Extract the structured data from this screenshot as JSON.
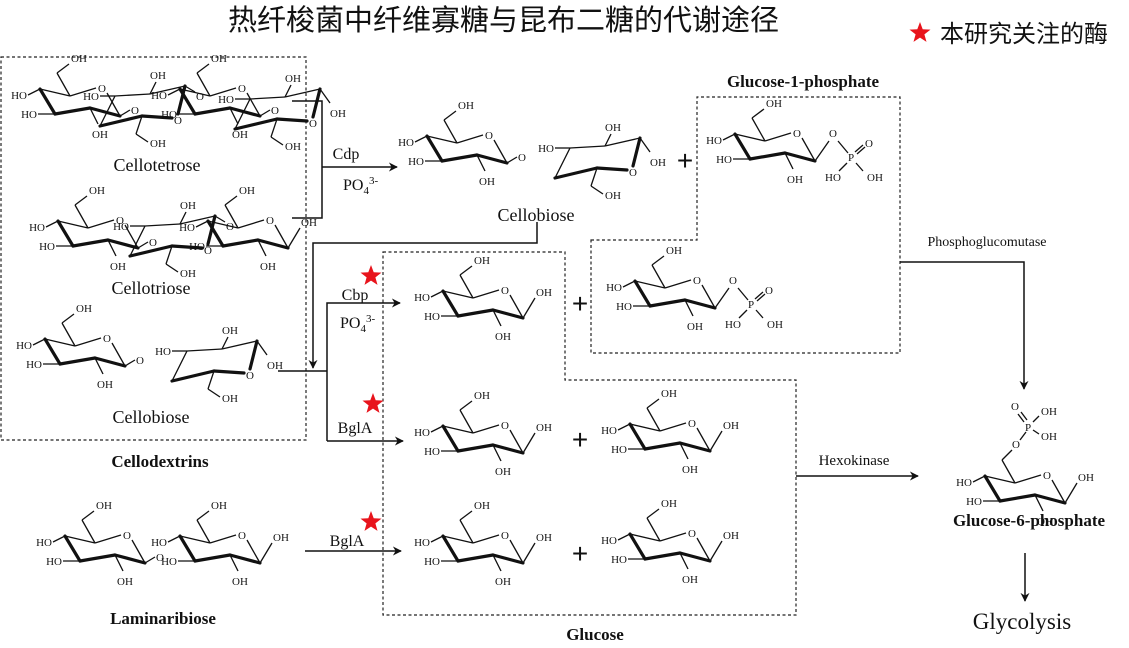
{
  "title": "热纤梭菌中纤维寡糖与昆布二糖的代谢途径",
  "legend": {
    "icon": "red-star-icon",
    "label": "本研究关注的酶",
    "color": "#e8141c"
  },
  "groups": {
    "cellodextrins": "Cellodextrins",
    "glucose": "Glucose",
    "glucose_1_phosphate": "Glucose-1-phosphate"
  },
  "molecules": {
    "cellotetrose": "Cellotetrose",
    "cellotriose": "Cellotriose",
    "cellobiose_left": "Cellobiose",
    "cellobiose_product": "Cellobiose",
    "laminaribiose": "Laminaribiose",
    "glucose_6_phosphate": "Glucose-6-phosphate",
    "glycolysis": "Glycolysis"
  },
  "enzymes": {
    "cdp": {
      "label": "Cdp",
      "cofactor": "PO",
      "sub": "4",
      "sup": "3-",
      "highlighted": false
    },
    "cbp": {
      "label": "Cbp",
      "cofactor": "PO",
      "sub": "4",
      "sup": "3-",
      "highlighted": true
    },
    "bgla_1": {
      "label": "BglA",
      "highlighted": true
    },
    "bgla_2": {
      "label": "BglA",
      "highlighted": true
    },
    "phosphoglucomutase": {
      "label": "Phosphoglucomutase",
      "highlighted": false
    },
    "hexokinase": {
      "label": "Hexokinase",
      "highlighted": false
    }
  },
  "atoms": {
    "oh": "OH",
    "ho": "HO",
    "o": "O",
    "p": "P"
  },
  "plus": "+"
}
